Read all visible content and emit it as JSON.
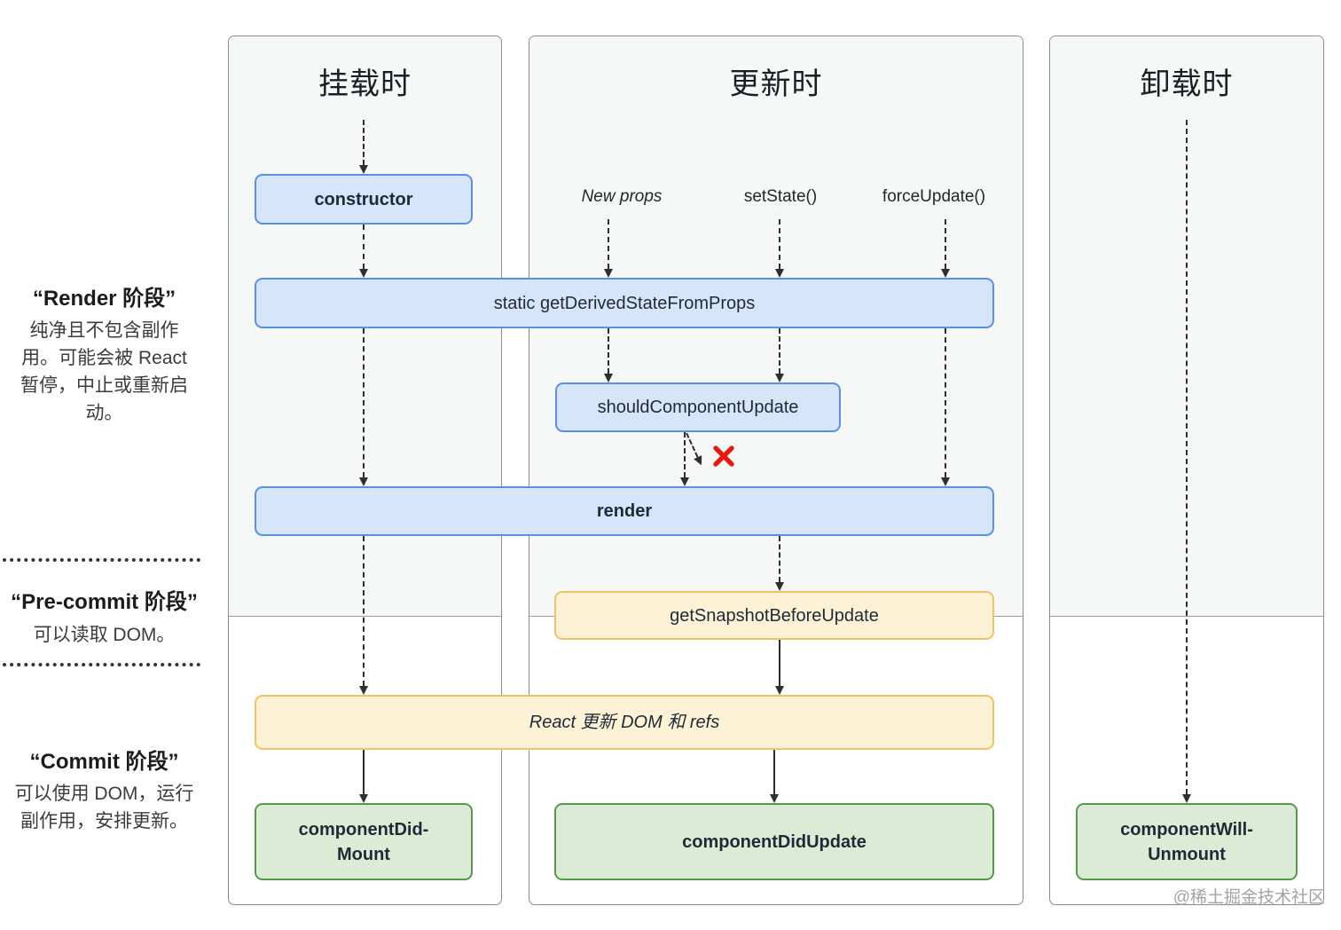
{
  "columns": {
    "mounting": {
      "title": "挂载时"
    },
    "updating": {
      "title": "更新时",
      "triggers": {
        "new_props": "New props",
        "set_state": "setState()",
        "force_update": "forceUpdate()"
      }
    },
    "unmounting": {
      "title": "卸载时"
    }
  },
  "phases": {
    "render": {
      "title": "“Render 阶段”",
      "desc": "纯净且不包含副作\n用。可能会被 React\n暂停，中止或重新启\n动。"
    },
    "pre_commit": {
      "title": "“Pre-commit 阶段”",
      "desc": "可以读取 DOM。"
    },
    "commit": {
      "title": "“Commit 阶段”",
      "desc": "可以使用 DOM，运行\n副作用，安排更新。"
    }
  },
  "lifecycle": {
    "constructor": "constructor",
    "get_derived_state_from_props": "static getDerivedStateFromProps",
    "should_component_update": "shouldComponentUpdate",
    "render": "render",
    "get_snapshot_before_update": "getSnapshotBeforeUpdate",
    "react_updates_dom": "React 更新 DOM 和 refs",
    "component_did_mount": "componentDid-\nMount",
    "component_did_update": "componentDidUpdate",
    "component_will_unmount": "componentWill-\nUnmount"
  },
  "colors": {
    "blue_fill": "#d6e5fa",
    "blue_border": "#5a90e2",
    "yellow_fill": "#fdf1d6",
    "yellow_border": "#f2c168",
    "green_fill": "#dcebd6",
    "green_border": "#57994d",
    "column_gray": "#f6f7f7",
    "column_border": "#8a8c8f",
    "reject_x": "#e8190c"
  },
  "watermark": "@稀土掘金技术社区"
}
